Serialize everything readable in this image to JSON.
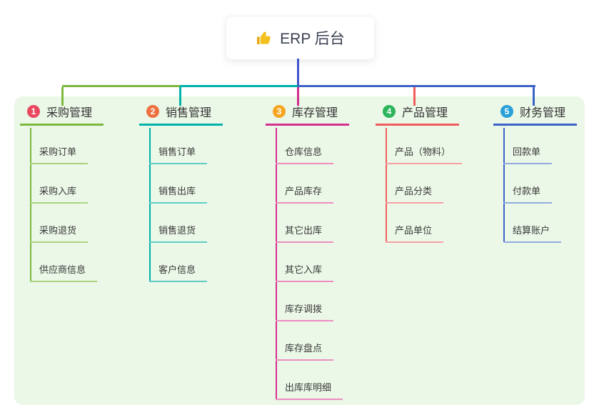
{
  "root": {
    "label": "ERP 后台",
    "icon": "thumbs-up-icon",
    "icon_color": "#f4c01e",
    "text_color": "#3b4252"
  },
  "panel_color": "#ebf7e7",
  "connector": {
    "root_color": "#4156cb"
  },
  "branches": [
    {
      "num": "1",
      "title": "采购管理",
      "circle_color": "#e8495f",
      "line_color": "#7cb93e",
      "child_line_color": "#aad381",
      "children": [
        "采购订单",
        "采购入库",
        "采购退货",
        "供应商信息"
      ]
    },
    {
      "num": "2",
      "title": "销售管理",
      "circle_color": "#ed7140",
      "line_color": "#00b2a9",
      "child_line_color": "#5fcdc4",
      "children": [
        "销售订单",
        "销售出库",
        "销售退货",
        "客户信息"
      ]
    },
    {
      "num": "3",
      "title": "库存管理",
      "circle_color": "#f6a623",
      "line_color": "#d4308f",
      "child_line_color": "#ee8ec0",
      "children": [
        "仓库信息",
        "产品库存",
        "其它出库",
        "其它入库",
        "库存调拨",
        "库存盘点",
        "出库库明细"
      ]
    },
    {
      "num": "4",
      "title": "产品管理",
      "circle_color": "#2db45c",
      "line_color": "#f25b5b",
      "child_line_color": "#f7a2a2",
      "children": [
        "产品（物料）",
        "产品分类",
        "产品单位"
      ]
    },
    {
      "num": "5",
      "title": "财务管理",
      "circle_color": "#29a0d8",
      "line_color": "#3e63c8",
      "child_line_color": "#94abdf",
      "children": [
        "回款单",
        "付款单",
        "结算账户"
      ]
    }
  ]
}
